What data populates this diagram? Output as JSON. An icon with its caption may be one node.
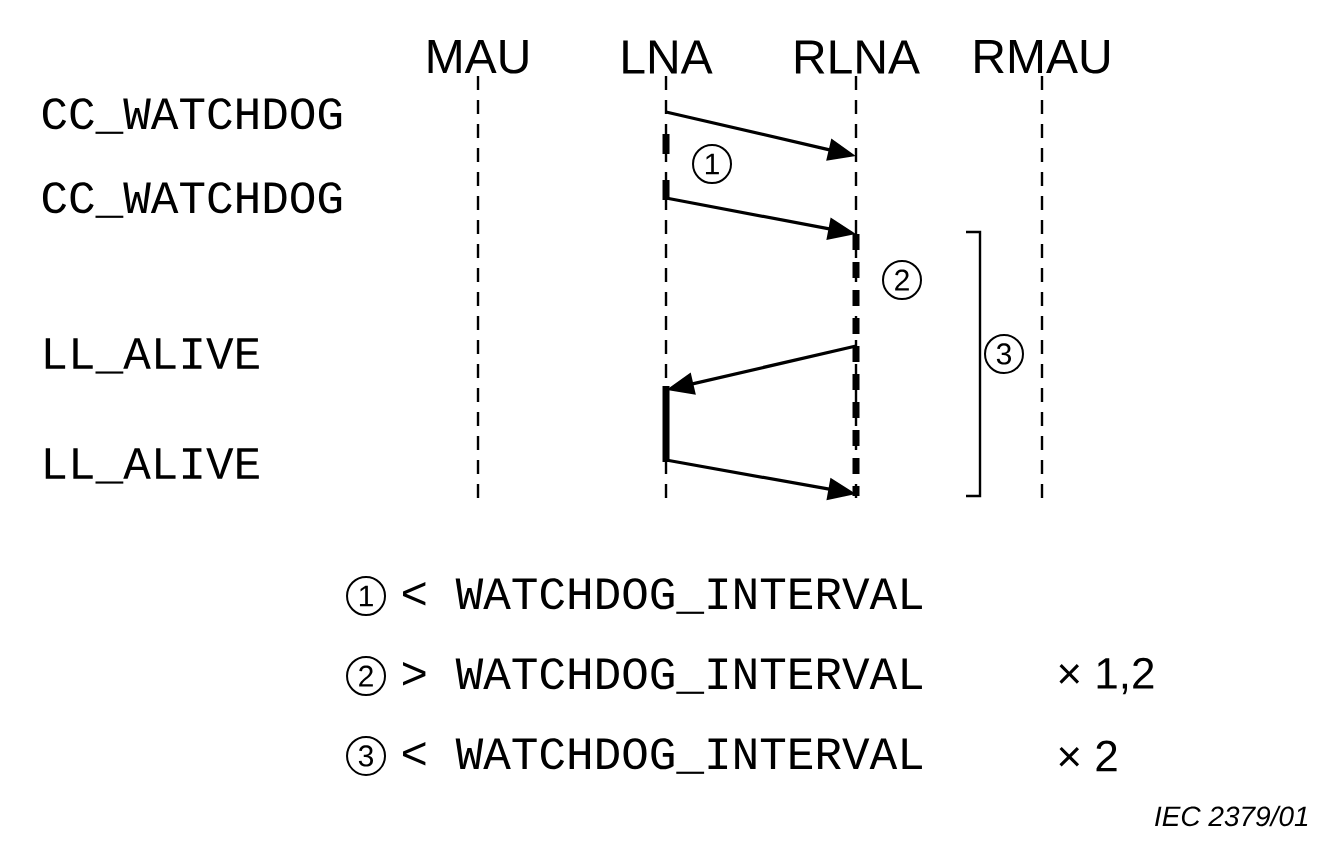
{
  "diagram": {
    "nodes": [
      {
        "text": [
          "MAU"
        ]
      },
      {
        "text": [
          "LNA"
        ]
      },
      {
        "text": [
          "RLNA"
        ]
      },
      {
        "text": [
          "RMAU"
        ]
      }
    ],
    "edges": [
      {
        "from": 1,
        "to": 2,
        "arrow": "to"
      },
      {
        "from": 1,
        "to": 2,
        "arrow": "to"
      },
      {
        "from": 2,
        "to": 1,
        "arrow": "to"
      },
      {
        "from": 1,
        "to": 2,
        "arrow": "to"
      }
    ],
    "labels": [
      "CC_WATCHDOG",
      "CC_WATCHDOG",
      "LL_ALIVE",
      "LL_ALIVE",
      "1",
      "2",
      "3",
      "1",
      "< WATCHDOG_INTERVAL",
      "2",
      "> WATCHDOG_INTERVAL",
      "× 1,2",
      "3",
      "< WATCHDOG_INTERVAL",
      "× 2",
      "IEC 2379/01"
    ]
  }
}
